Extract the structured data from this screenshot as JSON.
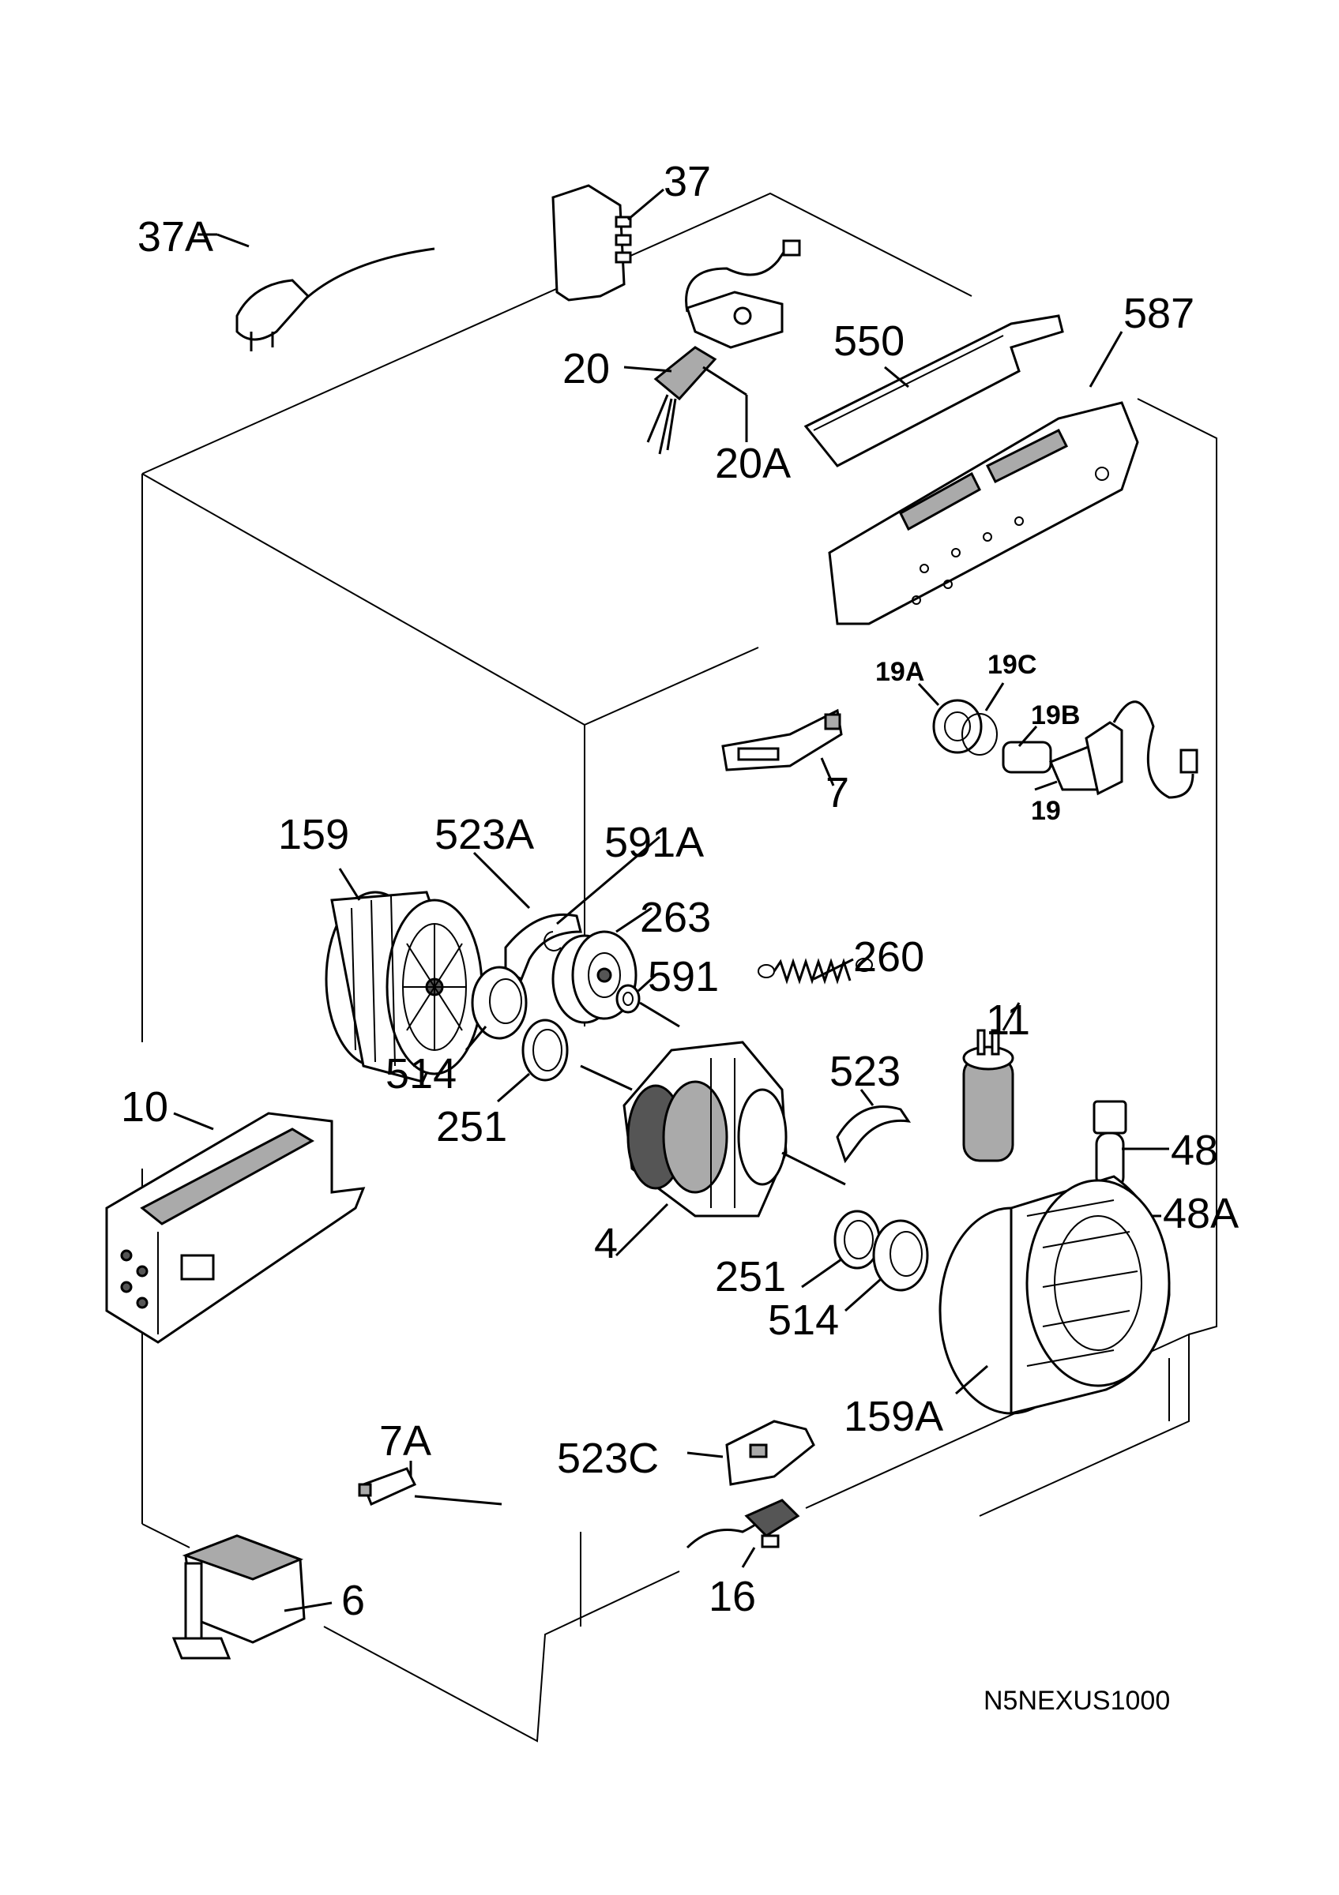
{
  "diagram": {
    "drawing_code": "N5NEXUS1000",
    "labels": {
      "p37": "37",
      "p37a": "37A",
      "p20": "20",
      "p20a": "20A",
      "p550": "550",
      "p587": "587",
      "p19a": "19A",
      "p19c": "19C",
      "p19b": "19B",
      "p19": "19",
      "p7": "7",
      "p159": "159",
      "p523a": "523A",
      "p591a": "591A",
      "p263": "263",
      "p260": "260",
      "p591": "591",
      "p514_l": "514",
      "p251_l": "251",
      "p11": "11",
      "p523": "523",
      "p10": "10",
      "p48": "48",
      "p48a": "48A",
      "p4": "4",
      "p251_r": "251",
      "p514_r": "514",
      "p159a": "159A",
      "p7a": "7A",
      "p523c": "523C",
      "p6": "6",
      "p16": "16"
    }
  }
}
